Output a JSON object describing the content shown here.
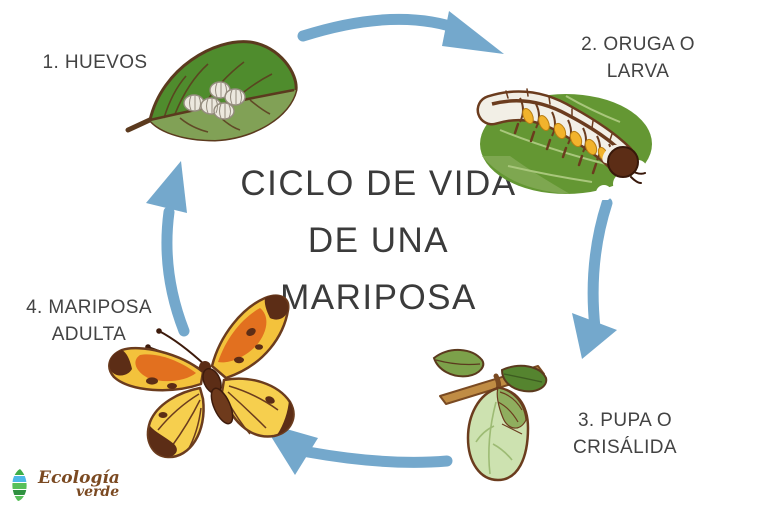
{
  "title": {
    "lines": [
      "CICLO DE VIDA",
      "DE UNA",
      "MARIPOSA"
    ]
  },
  "stages": [
    {
      "order": "1",
      "lines": [
        "1. HUEVOS",
        ""
      ]
    },
    {
      "order": "2",
      "lines": [
        "2. ORUGA O",
        "LARVA"
      ]
    },
    {
      "order": "3",
      "lines": [
        "3. PUPA O",
        "CRISÁLIDA"
      ]
    },
    {
      "order": "4",
      "lines": [
        "4. MARIPOSA",
        "ADULTA"
      ]
    }
  ],
  "logo": {
    "brand_primary": "Ecología",
    "brand_secondary": "verde"
  },
  "icons": [
    "eggs-on-leaf-illustration",
    "caterpillar-on-leaf-illustration",
    "chrysalis-on-branch-illustration",
    "adult-butterfly-illustration",
    "ecologia-verde-leaf-logo-icon",
    "cycle-arrow"
  ],
  "colors": {
    "background": "#ffffff",
    "arrow_blue": "#74a8cc",
    "title_text": "#3b3b3b",
    "label_text": "#434343",
    "leaf_green_dark": "#4f8c2d",
    "leaf_green_olive": "#81a156",
    "outline_brown": "#5b3a1e",
    "egg_shell": "#ece8de",
    "caterpillar_body": "#f2efe6",
    "caterpillar_spot_yellow": "#f2b32c",
    "cocoon_light_green": "#cde2b0",
    "cocoon_dark_green": "#8fae5e",
    "twig_brown": "#c08c44",
    "butterfly_yellow": "#f3c23c",
    "butterfly_gold": "#f6cf4e",
    "butterfly_orange": "#e2701f",
    "butterfly_dark_brown": "#5c2d16",
    "logo_text_brown": "#7b4a22"
  }
}
